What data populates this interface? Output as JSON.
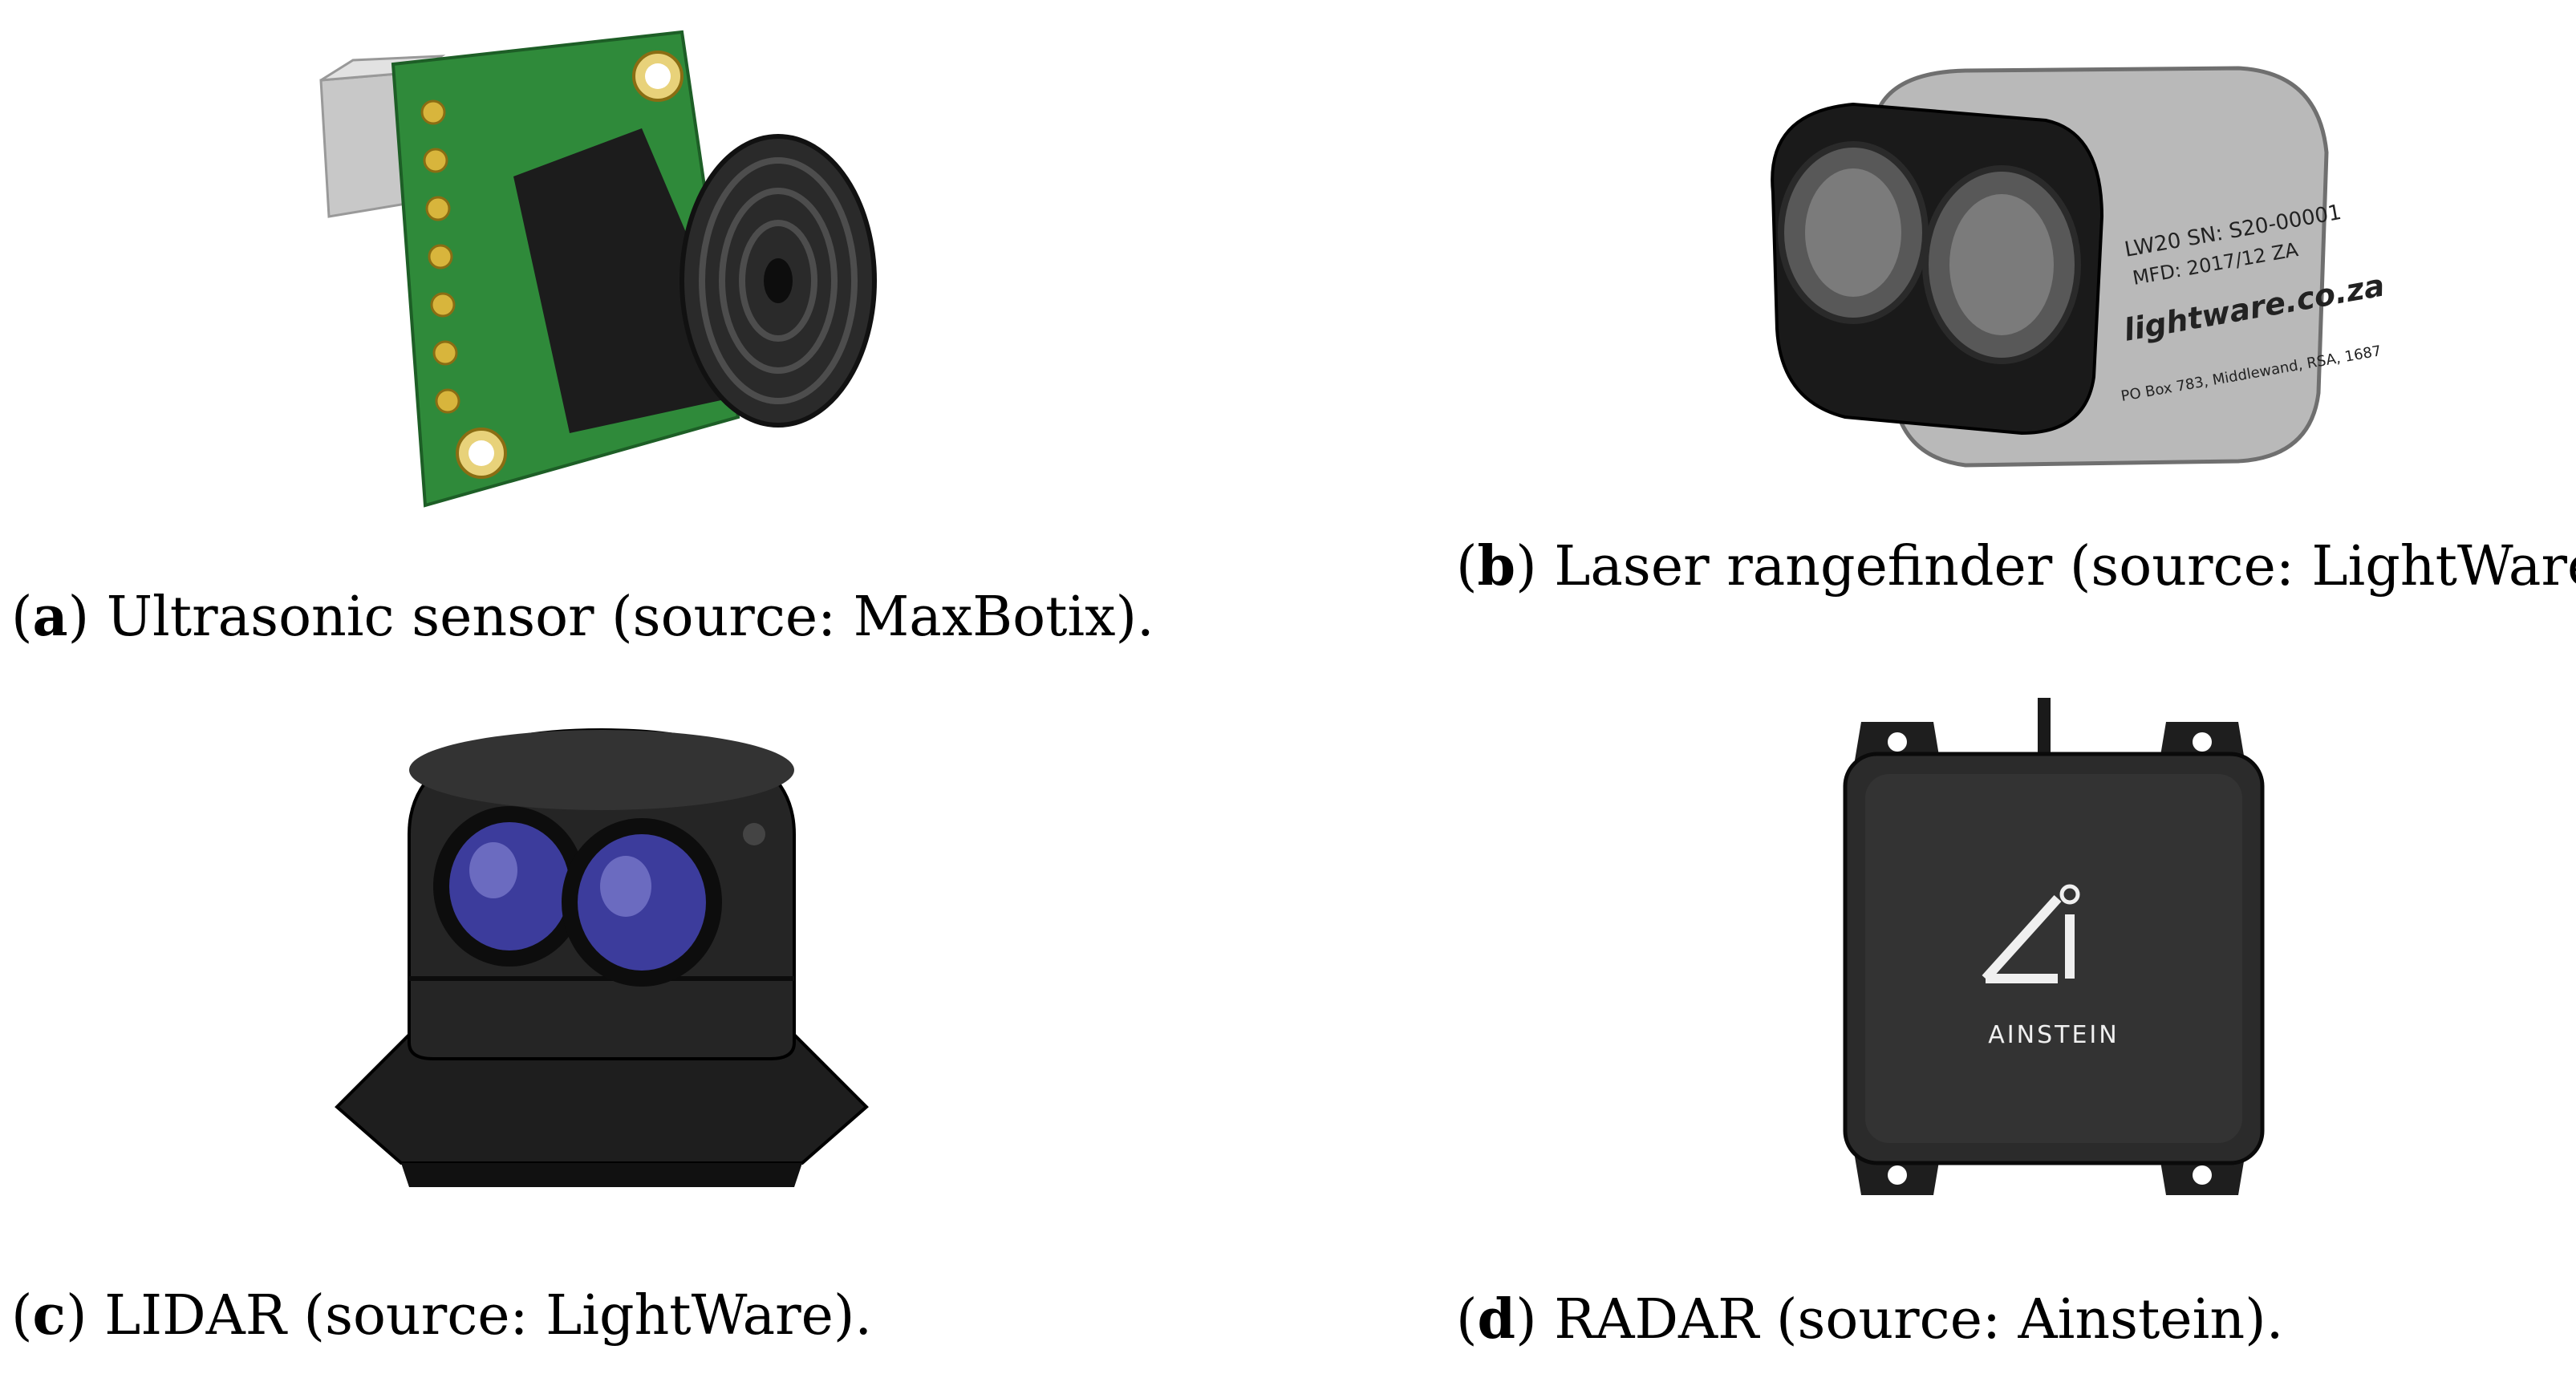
{
  "figure": {
    "panels": [
      {
        "id": "a",
        "letter": "a",
        "caption_text": "Ultrasonic sensor (source: MaxBotix)."
      },
      {
        "id": "b",
        "letter": "b",
        "caption_text": "Laser rangefinder (source: LightWare)."
      },
      {
        "id": "c",
        "letter": "c",
        "caption_text": "LIDAR (source: LightWare)."
      },
      {
        "id": "d",
        "letter": "d",
        "caption_text": "RADAR (source: Ainstein)."
      }
    ],
    "product_labels": {
      "rangefinder_line1": "LW20  SN: S20-00001",
      "rangefinder_line2": "MFD: 2017/12 ZA",
      "rangefinder_brand": "lightware.co.za",
      "rangefinder_addr": "PO Box 783, Middlewand, RSA, 1687",
      "radar_logo": "Ai",
      "radar_brand": "AINSTEIN"
    }
  }
}
